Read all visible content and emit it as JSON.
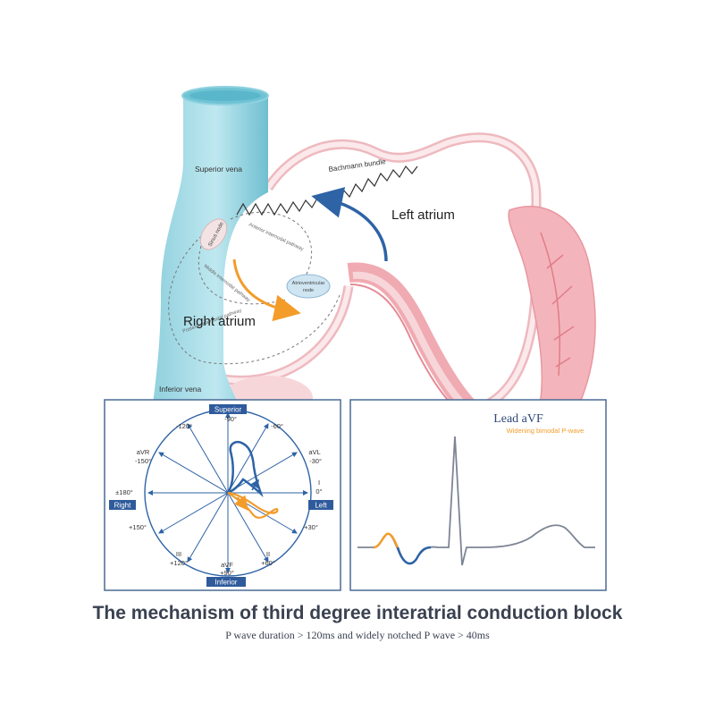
{
  "heart": {
    "superior_vena": "Superior vena",
    "inferior_vena": "Inferior vena",
    "bachmann_bundle": "Bachmann bundle",
    "left_atrium": "Left atrium",
    "right_atrium": "Right atrium",
    "sinus_node": "Sinus node",
    "av_node_line1": "Atrioventricular",
    "av_node_line2": "node",
    "anterior_pathway": "Anterior internodal pathway",
    "middle_pathway": "Middle internodal pathway",
    "posterior_pathway": "Posterior internodal pathway"
  },
  "axis_diagram": {
    "superior": "Superior",
    "inferior": "Inferior",
    "left": "Left",
    "right": "Right",
    "angles": {
      "m90": "-90°",
      "m120": "-120°",
      "m60": "-60°",
      "avr": "aVR",
      "m150": "-150°",
      "avl": "aVL",
      "m30": "-30°",
      "pm180": "±180°",
      "lead_i": "I",
      "zero": "0°",
      "p150": "+150°",
      "p30": "+30°",
      "lead_iii": "III",
      "p120": "+120°",
      "avf": "aVF",
      "p90": "+90°",
      "lead_ii": "II",
      "p60": "+60°"
    }
  },
  "ecg_panel": {
    "lead_title": "Lead aVF",
    "caption": "Widening bimodal P-wave"
  },
  "colors": {
    "vena": "#7fc9d8",
    "vena_light": "#bfe6ee",
    "atrium_outline": "#eeb9bf",
    "atrium_fill": "#f9dfe2",
    "muscle": "#f0aab2",
    "blue_arrow": "#2e63a6",
    "orange_arrow": "#f39c2a",
    "panel_border": "#4a6a96",
    "label_box": "#2f5b9c"
  },
  "footer": {
    "title": "The mechanism of third degree interatrial conduction block",
    "subtitle": "P wave duration > 120ms and widely notched P wave > 40ms"
  }
}
